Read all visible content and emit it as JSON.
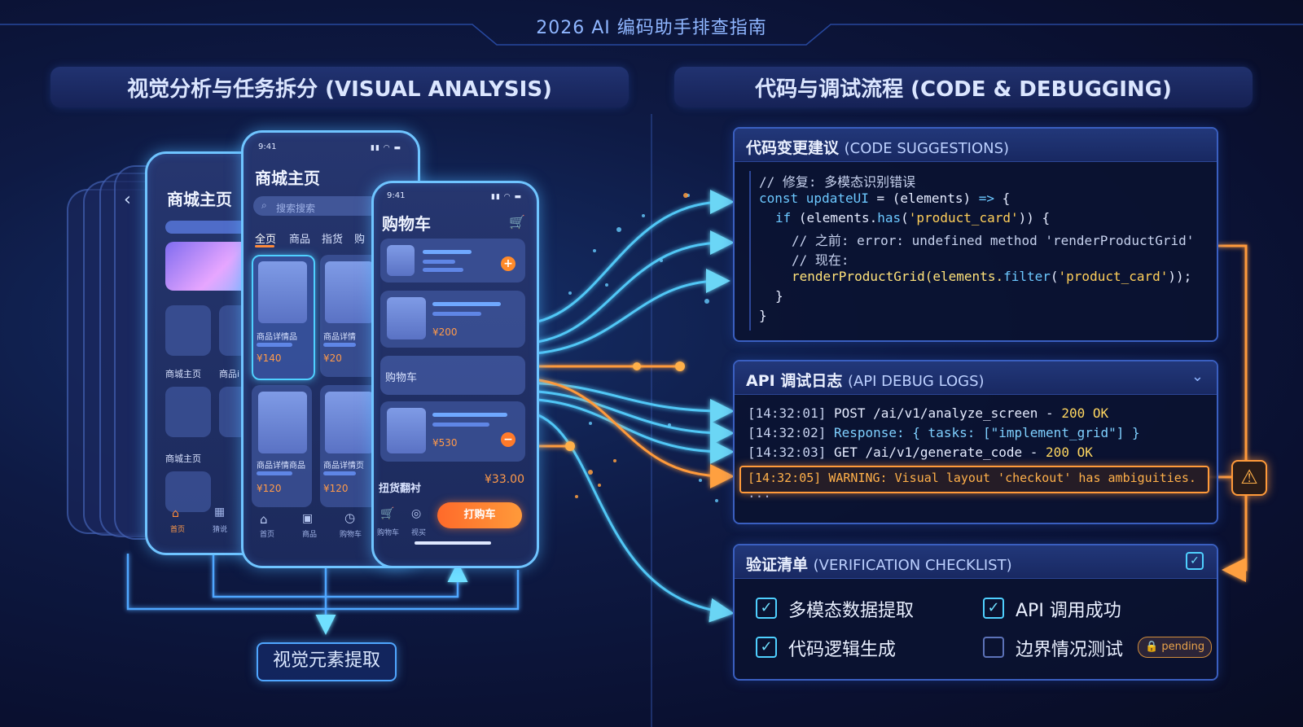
{
  "title": "2026 AI 编码助手排查指南",
  "sections": {
    "left": "视觉分析与任务拆分 (VISUAL ANALYSIS)",
    "right": "代码与调试流程 (CODE & DEBUGGING)"
  },
  "phones": {
    "back": {
      "title": "商城主页",
      "labels": [
        "商城主页",
        "商品i",
        "商城主页"
      ],
      "tabs": [
        "首页",
        "猜说"
      ]
    },
    "middle": {
      "time": "9:41",
      "title": "商城主页",
      "search_placeholder": "搜索搜索",
      "tabs": [
        "全页",
        "商品",
        "指货",
        "购"
      ],
      "cards": [
        {
          "label": "商品详情品",
          "price": "¥140"
        },
        {
          "label": "商品详情",
          "price": "¥20"
        },
        {
          "label": "商品详情商品",
          "price": "¥120"
        },
        {
          "label": "商品详情页",
          "price": "¥120"
        }
      ],
      "nav": [
        "首页",
        "商品",
        "购物车"
      ]
    },
    "front": {
      "time": "9:41",
      "title": "购物车",
      "items": [
        {
          "price": "¥200"
        },
        {
          "price": "¥530"
        }
      ],
      "section_label": "购物车",
      "total_label": "扭货翻衬",
      "total": "¥33.00",
      "nav": [
        "购物车",
        "视买"
      ],
      "checkout": "打购车"
    }
  },
  "extract_label": "视觉元素提取",
  "code_panel": {
    "title": "代码变更建议",
    "subtitle": "(CODE SUGGESTIONS)",
    "l1": "// 修复: 多模态识别错误",
    "l2_kw": "const ",
    "l2_name": "updateUI",
    "l2_mid": " = (elements) ",
    "l2_arrow": "=>",
    "l2_end": " {",
    "l3_kw": "if",
    "l3_a": " (elements.",
    "l3_fn": "has",
    "l3_b": "(",
    "l3_str": "'product_card'",
    "l3_c": ")) {",
    "l4": "// 之前: error: undefined method 'renderProductGrid'",
    "l5": "// 现在:",
    "l6_a": "renderProductGrid(elements.",
    "l6_fn": "filter",
    "l6_b": "(",
    "l6_str": "'product_card'",
    "l6_c": "));",
    "l7": "}",
    "l8": "}"
  },
  "log_panel": {
    "title": "API 调试日志",
    "subtitle": "(API DEBUG LOGS)",
    "chevron": "chevron-down-icon",
    "l1_time": "[14:32:01]",
    "l1_text": " POST /ai/v1/analyze_screen - ",
    "l1_status": "200 OK",
    "l2_time": "[14:32:02]",
    "l2_text": " Response: { tasks: [\"implement_grid\"] }",
    "l3_time": "[14:32:03]",
    "l3_text": " GET /ai/v1/generate_code - ",
    "l3_status": "200 OK",
    "warn": "[14:32:05] WARNING: Visual layout 'checkout' has ambiguities.",
    "ellipsis": "..."
  },
  "check_panel": {
    "title": "验证清单",
    "subtitle": "(VERIFICATION CHECKLIST)",
    "items": [
      {
        "label": "多模态数据提取",
        "checked": true
      },
      {
        "label": "API 调用成功",
        "checked": true
      },
      {
        "label": "代码逻辑生成",
        "checked": true
      },
      {
        "label": "边界情况测试",
        "checked": false
      }
    ],
    "pending": "pending"
  },
  "colors": {
    "accent": "#4fd0ff",
    "warning": "#ff9a3a",
    "string": "#ffcf5a"
  }
}
